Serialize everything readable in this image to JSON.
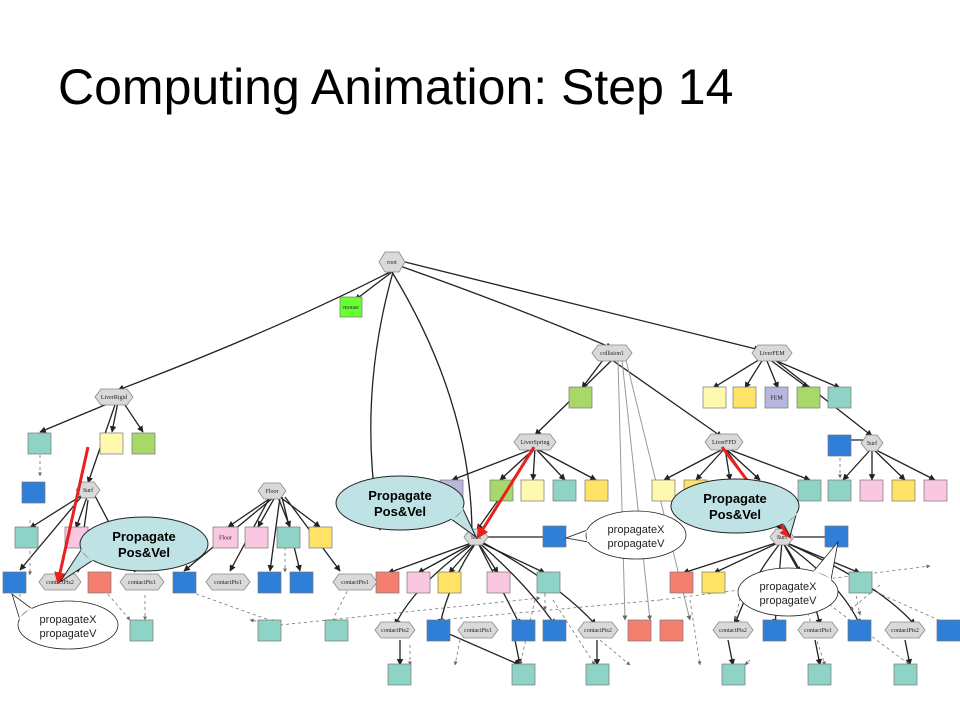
{
  "slide": {
    "title": "Computing Animation: Step 14"
  },
  "nodes": {
    "root": "root",
    "mouse": "mouse",
    "collision1": "collision1",
    "liver_fem": "LiverFEM",
    "fem": "FEM",
    "liver_rigid": "LiverRigid",
    "liver_spring": "LiverSpring",
    "liver_ffd": "LiverFFD",
    "surf": "Surf",
    "floor": "Floor",
    "floor_leaf": "Floor",
    "contact_pts1": "contactPts1",
    "contact_pts2": "contactPts2"
  },
  "callouts": {
    "propagate_line1": "Propagate",
    "propagate_line2": "Pos&Vel"
  },
  "bubbles": {
    "line1": "propagateX",
    "line2": "propagateV"
  },
  "colors": {
    "hex_fill": "#d9d9d9",
    "teal": "#8fd3c7",
    "blue": "#2f7ed8",
    "yellow": "#ffe366",
    "green": "#a8d86a",
    "pink": "#f9c7e0",
    "salmon": "#f57f6f",
    "lavender": "#b8b6dc",
    "pale_yellow": "#fff9b0",
    "bright_green": "#66ff33",
    "callout_fill": "#bfe3e4",
    "arrow_red": "#e8201e"
  }
}
